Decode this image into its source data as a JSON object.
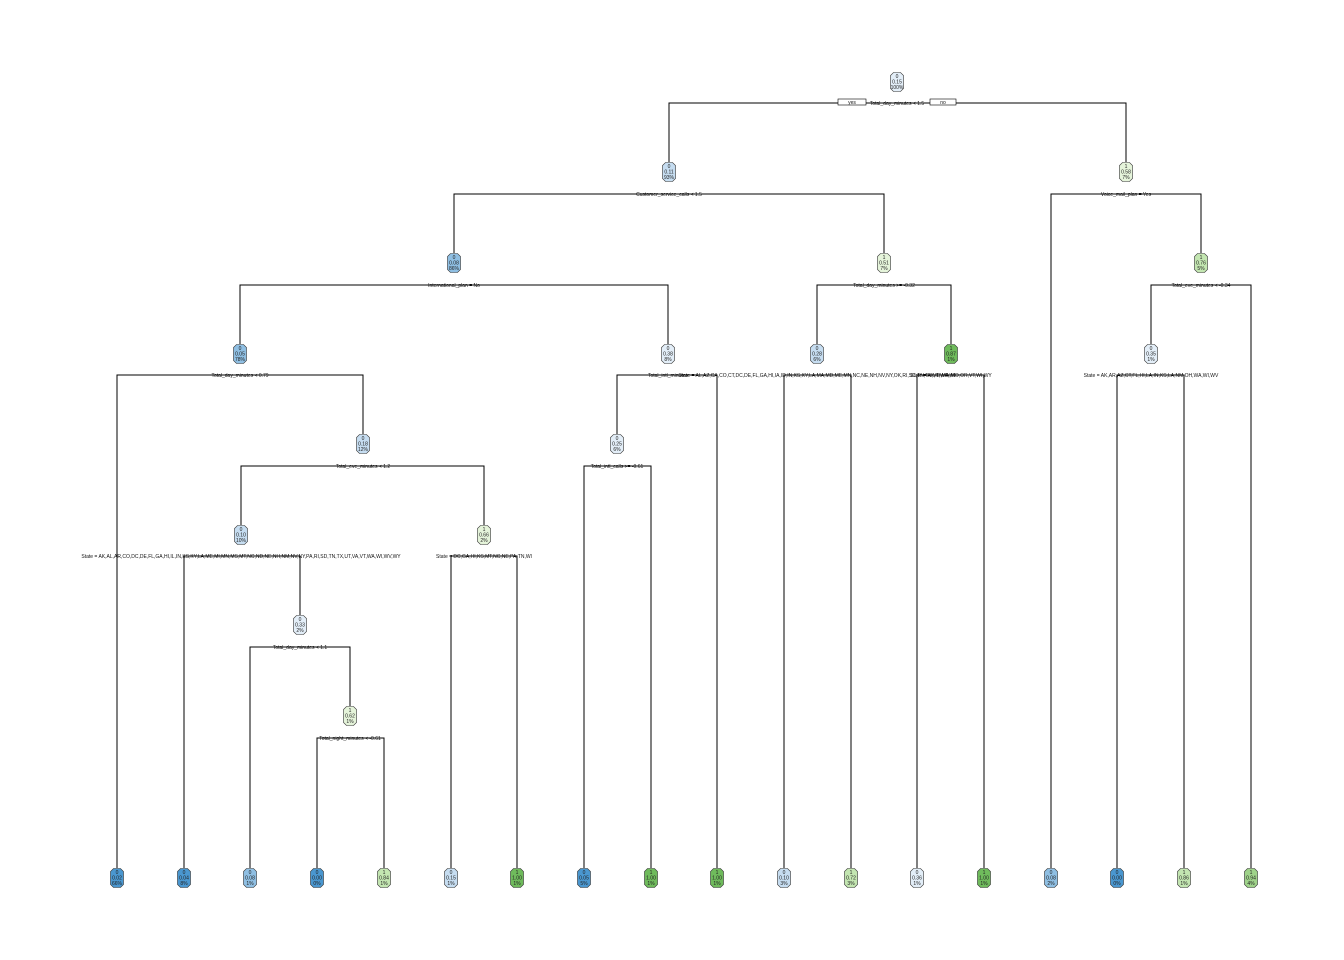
{
  "tree": {
    "root_splits": {
      "yes_label": "yes",
      "no_label": "no"
    },
    "colors": {
      "class0_dark": "#4a97d0",
      "class0_mid": "#8fbfe3",
      "class0_light": "#c6ddf1",
      "class0_pale": "#e3eef8",
      "class1_pale": "#e5f4da",
      "class1_light": "#c3e6b1",
      "class1_mid": "#9fd38a",
      "class1_dark": "#6fbb5c"
    },
    "splits": [
      {
        "id": "s_root",
        "text": "Total_day_minutes < 1.5"
      },
      {
        "id": "s_csc",
        "text": "Customer_service_calls < 1.5"
      },
      {
        "id": "s_vmp",
        "text": "Voice_mail_plan = Yes"
      },
      {
        "id": "s_intl",
        "text": "International_plan = No"
      },
      {
        "id": "s_tdm2",
        "text": "Total_day_minutes >= -0.32"
      },
      {
        "id": "s_tem1",
        "text": "Total_eve_minutes < -0.34"
      },
      {
        "id": "s_tdm3",
        "text": "Total_day_minutes < 0.79"
      },
      {
        "id": "s_tim",
        "text": "Total_intl_minutes"
      },
      {
        "id": "s_state1",
        "text": "State = AL,AZ,CA,CO,CT,DC,DE,FL,GA,HI,IA,ID,IN,KS,KY,LA,MA,MD,ME,MN,NC,NE,NH,NV,NY,OK,RI,SC,TN,TX,VT,WA,WI"
      },
      {
        "id": "s_state2",
        "text": "State = AK,ID,MA,MO,OR,VT,WI,WY"
      },
      {
        "id": "s_state3",
        "text": "State = AK,AR,AZ,CT,FL,HI,LA,IN,KS,LA,NM,OH,WA,WI,WV"
      },
      {
        "id": "s_tem2",
        "text": "Total_eve_minutes < 1.2"
      },
      {
        "id": "s_tic",
        "text": "Total_intl_calls >= -0.61"
      },
      {
        "id": "s_state4",
        "text": "State = AK,AL,AR,CO,DC,DE,FL,GA,HI,IL,IN,KS,KY,LA,ME,MI,MN,MS,MT,NC,ND,NE,NH,NM,NV,NY,PA,RI,SD,TN,TX,UT,VA,VT,WA,WI,WV,WY"
      },
      {
        "id": "s_state5",
        "text": "State = DC,GA,HI,KS,MT,NC,NE,PA,TN,WI"
      },
      {
        "id": "s_tdm4",
        "text": "Total_day_minutes < 1.1"
      },
      {
        "id": "s_tnm",
        "text": "Total_night_minutes < -0.61"
      }
    ],
    "nodes": [
      {
        "id": "n1",
        "cls": "0",
        "prob": "0.15",
        "pct": "100%",
        "shade": "class0_pale"
      },
      {
        "id": "n2",
        "cls": "0",
        "prob": "0.11",
        "pct": "93%",
        "shade": "class0_light"
      },
      {
        "id": "n3",
        "cls": "1",
        "prob": "0.58",
        "pct": "7%",
        "shade": "class1_pale"
      },
      {
        "id": "n4",
        "cls": "0",
        "prob": "0.08",
        "pct": "86%",
        "shade": "class0_mid"
      },
      {
        "id": "n5",
        "cls": "1",
        "prob": "0.51",
        "pct": "7%",
        "shade": "class1_pale"
      },
      {
        "id": "n6",
        "cls": "1",
        "prob": "0.76",
        "pct": "5%",
        "shade": "class1_light"
      },
      {
        "id": "n7",
        "cls": "0",
        "prob": "0.05",
        "pct": "78%",
        "shade": "class0_mid"
      },
      {
        "id": "n8",
        "cls": "0",
        "prob": "0.38",
        "pct": "8%",
        "shade": "class0_pale"
      },
      {
        "id": "n9",
        "cls": "0",
        "prob": "0.28",
        "pct": "6%",
        "shade": "class0_light"
      },
      {
        "id": "n10",
        "cls": "1",
        "prob": "0.87",
        "pct": "1%",
        "shade": "class1_dark"
      },
      {
        "id": "n11",
        "cls": "0",
        "prob": "0.35",
        "pct": "1%",
        "shade": "class0_pale"
      },
      {
        "id": "n12",
        "cls": "0",
        "prob": "0.18",
        "pct": "12%",
        "shade": "class0_light"
      },
      {
        "id": "n13",
        "cls": "0",
        "prob": "0.25",
        "pct": "6%",
        "shade": "class0_pale"
      },
      {
        "id": "n14",
        "cls": "0",
        "prob": "0.10",
        "pct": "10%",
        "shade": "class0_light"
      },
      {
        "id": "n15",
        "cls": "1",
        "prob": "0.66",
        "pct": "2%",
        "shade": "class1_pale"
      },
      {
        "id": "n16",
        "cls": "0",
        "prob": "0.33",
        "pct": "2%",
        "shade": "class0_pale"
      },
      {
        "id": "n17",
        "cls": "1",
        "prob": "0.62",
        "pct": "1%",
        "shade": "class1_pale"
      }
    ],
    "leaves": [
      {
        "id": "l1",
        "cls": "0",
        "prob": "0.02",
        "pct": "66%",
        "shade": "class0_dark"
      },
      {
        "id": "l2",
        "cls": "0",
        "prob": "0.04",
        "pct": "8%",
        "shade": "class0_dark"
      },
      {
        "id": "l3",
        "cls": "0",
        "prob": "0.08",
        "pct": "1%",
        "shade": "class0_mid"
      },
      {
        "id": "l4",
        "cls": "0",
        "prob": "0.00",
        "pct": "0%",
        "shade": "class0_dark"
      },
      {
        "id": "l5",
        "cls": "1",
        "prob": "0.84",
        "pct": "1%",
        "shade": "class1_light"
      },
      {
        "id": "l6",
        "cls": "0",
        "prob": "0.15",
        "pct": "1%",
        "shade": "class0_light"
      },
      {
        "id": "l7",
        "cls": "1",
        "prob": "1.00",
        "pct": "1%",
        "shade": "class1_dark"
      },
      {
        "id": "l8",
        "cls": "0",
        "prob": "0.05",
        "pct": "5%",
        "shade": "class0_dark"
      },
      {
        "id": "l9",
        "cls": "1",
        "prob": "1.00",
        "pct": "1%",
        "shade": "class1_dark"
      },
      {
        "id": "l10",
        "cls": "1",
        "prob": "1.00",
        "pct": "1%",
        "shade": "class1_dark"
      },
      {
        "id": "l11",
        "cls": "0",
        "prob": "0.10",
        "pct": "3%",
        "shade": "class0_light"
      },
      {
        "id": "l12",
        "cls": "1",
        "prob": "0.72",
        "pct": "3%",
        "shade": "class1_light"
      },
      {
        "id": "l13",
        "cls": "0",
        "prob": "0.36",
        "pct": "1%",
        "shade": "class0_pale"
      },
      {
        "id": "l14",
        "cls": "1",
        "prob": "1.00",
        "pct": "1%",
        "shade": "class1_dark"
      },
      {
        "id": "l15",
        "cls": "0",
        "prob": "0.08",
        "pct": "2%",
        "shade": "class0_mid"
      },
      {
        "id": "l16",
        "cls": "0",
        "prob": "0.00",
        "pct": "0%",
        "shade": "class0_dark"
      },
      {
        "id": "l17",
        "cls": "1",
        "prob": "0.86",
        "pct": "1%",
        "shade": "class1_light"
      },
      {
        "id": "l18",
        "cls": "1",
        "prob": "0.94",
        "pct": "4%",
        "shade": "class1_mid"
      }
    ]
  }
}
